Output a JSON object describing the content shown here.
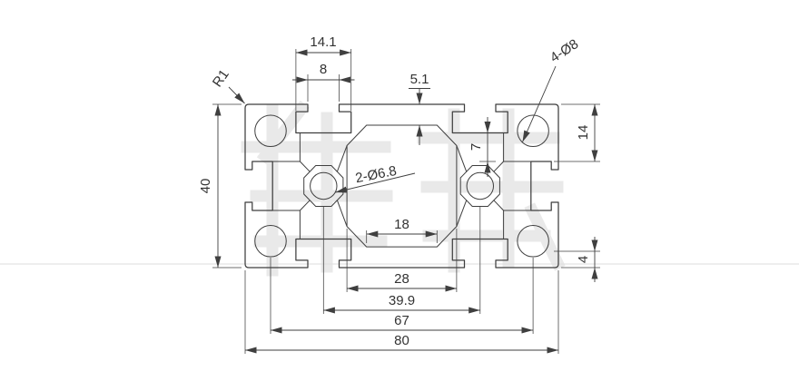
{
  "colors": {
    "line": "#3f3f3f",
    "text": "#333333",
    "watermark": "#e9e9e9",
    "background": "#ffffff"
  },
  "drawing": {
    "type": "aluminum-extrusion-profile-cross-section"
  },
  "dimensions": {
    "slot_inner_width": "14.1",
    "slot_opening": "8",
    "top_wall": "5.1",
    "corner_holes": "4-Ø8",
    "corner_radius": "R1",
    "height": "40",
    "web_offset": "7",
    "block_depth": "14",
    "center_holes": "2-Ø6.8",
    "cavity_flat": "18",
    "cavity_width": "28",
    "center_hole_spacing": "39.9",
    "corner_hole_spacing": "67",
    "width": "80",
    "bottom_wall": "4"
  }
}
